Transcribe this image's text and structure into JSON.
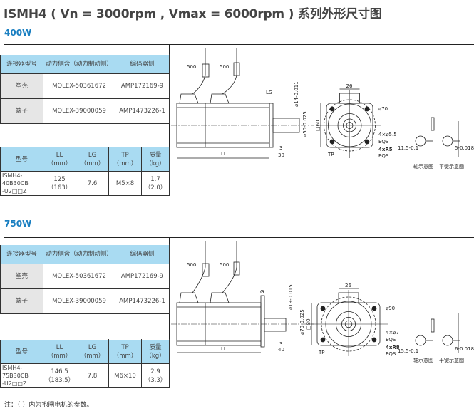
{
  "title": "ISMH4 ( Vn = 3000rpm , Vmax = 6000rpm ) 系列外形尺寸图",
  "sections": [
    {
      "label": "400W",
      "connector_table": {
        "headers": [
          "连接器型号",
          "动力侧含（动力制动侧）",
          "编码器侧"
        ],
        "rows": [
          [
            "塑壳",
            "MOLEX-50361672",
            "AMP172169-9"
          ],
          [
            "端子",
            "MOLEX-39000059",
            "AMP1473226-1"
          ]
        ]
      },
      "spec_table": {
        "headers": [
          "型号",
          "LL\n（mm）",
          "LG\n（mm）",
          "TP\n（mm）",
          "质量\n（kg）"
        ],
        "row": [
          "ISMH4-\n40B30CB\n-U2□□Z",
          "125\n（163）",
          "7.6",
          "M5×8",
          "1.7\n（2.0）"
        ]
      },
      "drawing": {
        "cable1": "500",
        "cable2": "500",
        "lg": "LG",
        "ll": "LL",
        "shaft_dim": "⌀14-0.011",
        "flange_dim": "⌀50-0.025",
        "d3": "3",
        "shaft_len": "30",
        "width": "26",
        "pcd": "⌀70",
        "square": "□60",
        "holes": "4×⌀5.5",
        "eqs1": "EQS",
        "radius": "4xR5",
        "eqs2": "EQS",
        "tp": "TP",
        "key_dim": "11.5-0.1",
        "key_w": "5-0.018",
        "cap_shaft": "轴示意图",
        "cap_key": "平键示意图"
      }
    },
    {
      "label": "750W",
      "connector_table": {
        "headers": [
          "连接器型号",
          "动力侧含（动力制动侧）",
          "编码器侧"
        ],
        "rows": [
          [
            "塑壳",
            "MOLEX-50361672",
            "AMP172169-9"
          ],
          [
            "端子",
            "MOLEX-39000059",
            "AMP1473226-1"
          ]
        ]
      },
      "spec_table": {
        "headers": [
          "型号",
          "LL\n（mm）",
          "LG\n（mm）",
          "TP\n（mm）",
          "质量\n（kg）"
        ],
        "row": [
          "ISMH4-\n75B30CB\n-U2□□Z",
          "146.5\n（183.5）",
          "7.8",
          "M6×10",
          "2.9\n（3.3）"
        ]
      },
      "drawing": {
        "cable1": "500",
        "cable2": "500",
        "lg": "G",
        "ll": "LL",
        "shaft_dim": "⌀19-0.015",
        "flange_dim": "⌀70-0.025",
        "d3": "3",
        "shaft_len": "40",
        "width": "26",
        "pcd": "⌀90",
        "square": "□80",
        "holes": "4×⌀7",
        "eqs1": "EQS",
        "radius": "4xR8",
        "eqs2": "EQS",
        "tp": "TP",
        "key_dim": "15.5-0.1",
        "key_w": "6-0.018",
        "cap_shaft": "轴示意图",
        "cap_key": "平键示意图"
      }
    }
  ],
  "note": "注：（ ）内为抱闸电机的参数。"
}
